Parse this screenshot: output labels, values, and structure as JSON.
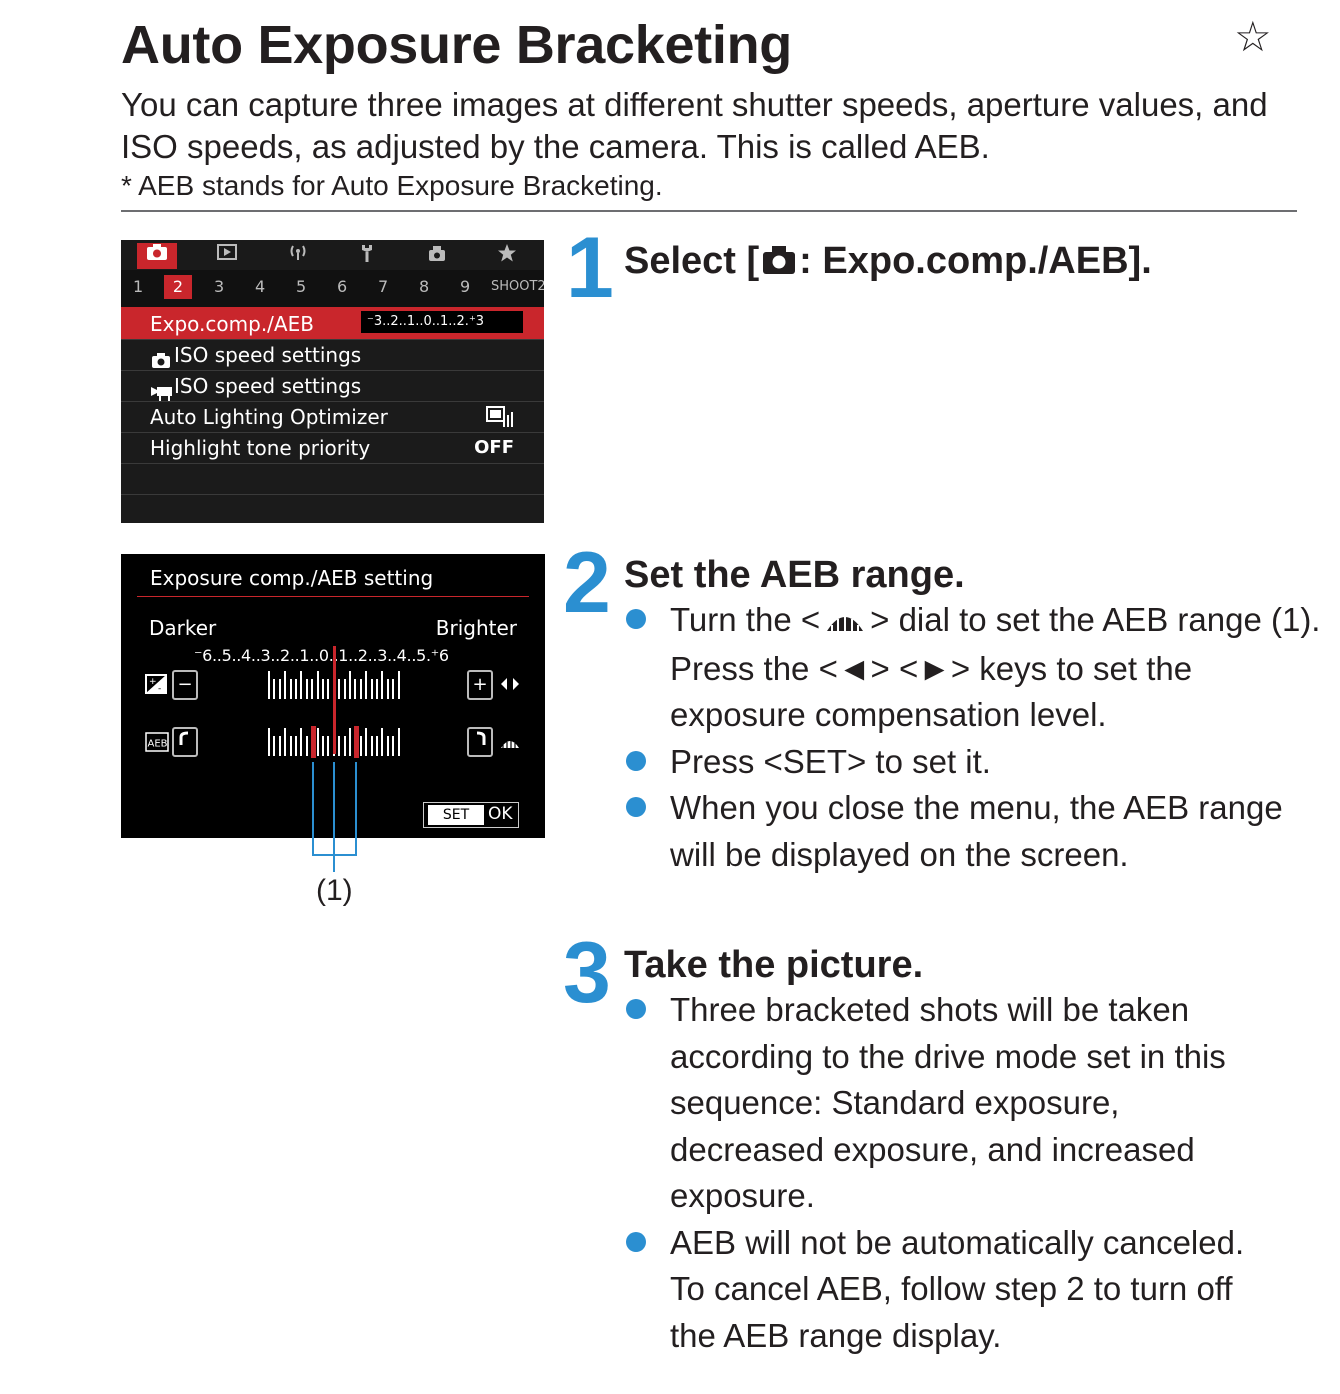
{
  "page": {
    "title": "Auto Exposure Bracketing",
    "star": "☆",
    "intro": "You can capture three images at different shutter speeds, aperture values, and ISO speeds, as adjusted by the camera. This is called AEB.",
    "note": "*  AEB stands for Auto Exposure Bracketing."
  },
  "menu_screen": {
    "tab_icons": [
      "camera-icon",
      "playback-icon",
      "wireless-icon",
      "wrench-icon",
      "custom-icon",
      "star-icon"
    ],
    "subtabs": [
      "1",
      "2",
      "3",
      "4",
      "5",
      "6",
      "7",
      "8",
      "9",
      "SHOOT2"
    ],
    "active_subtab": "2",
    "rows": [
      {
        "label": "Expo.comp./AEB",
        "value": "⁻3..2..1..0..1..2.⁺3"
      },
      {
        "label": "ISO speed settings",
        "value": ""
      },
      {
        "label": "ISO speed settings",
        "value": ""
      },
      {
        "label": "Auto Lighting Optimizer",
        "value": ""
      },
      {
        "label": "Highlight tone priority",
        "value": "OFF"
      }
    ]
  },
  "aeb_screen": {
    "title": "Exposure comp./AEB setting",
    "darker": "Darker",
    "brighter": "Brighter",
    "scale": "⁻6..5..4..3..2..1..0..1..2..3..4..5.⁺6",
    "aeb_label": "AEB",
    "set_label": "SET",
    "ok_label": "OK"
  },
  "callout_label": "(1)",
  "steps": [
    {
      "number": "1",
      "heading": "Select [ : Expo.comp./AEB].",
      "heading_prefix": "Select [",
      "heading_suffix": ": Expo.comp./AEB].",
      "bullets": []
    },
    {
      "number": "2",
      "heading": "Set the AEB range.",
      "bullets": [
        "Turn the < > dial to set the AEB range (1). Press the <◄> <►> keys to set the exposure compensation level.",
        "Press <SET> to set it.",
        "When you close the menu, the AEB range will be displayed on the screen."
      ]
    },
    {
      "number": "3",
      "heading": "Take the picture.",
      "bullets": [
        "Three bracketed shots will be taken according to the drive mode set in this sequence: Standard exposure, decreased exposure, and increased exposure.",
        "AEB will not be automatically canceled. To cancel AEB, follow step 2 to turn off the AEB range display."
      ]
    }
  ],
  "colors": {
    "accent": "#2b8fd1",
    "camera_red": "#c9262c"
  }
}
